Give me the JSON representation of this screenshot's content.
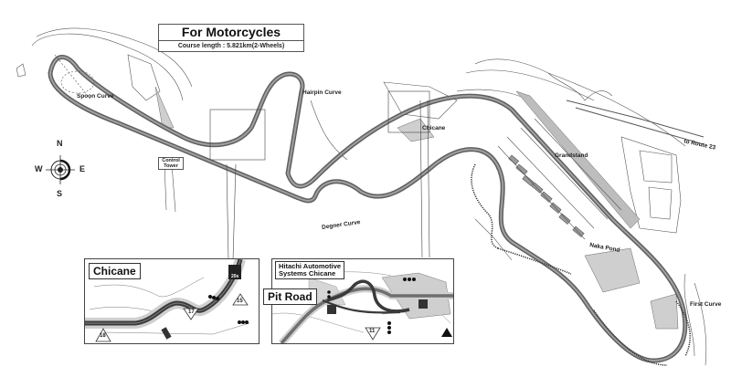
{
  "header": {
    "title": "For Motorcycles",
    "subtitle": "Course length : 5.821km(2-Wheels)"
  },
  "labels": {
    "spoon_curve": "Spoon Curve",
    "hairpin_curve": "Hairpin Curve",
    "control_tower": "Control Tower",
    "degner_curve": "Degner Curve",
    "chicane": "Chicane",
    "grandstand": "Grandstand",
    "to_route": "to Route 23",
    "naka_pond": "Naka Pond",
    "first_curve": "First Curve"
  },
  "compass": {
    "n": "N",
    "s": "S",
    "e": "E",
    "w": "W"
  },
  "insets": {
    "chicane": {
      "label": "Chicane",
      "sign_20": "20s",
      "marker_15": "15",
      "marker_17": "17",
      "marker_18": "18"
    },
    "hitachi": {
      "label_line1": "Hitachi Automotive",
      "label_line2": "Systems Chicane",
      "pit_road": "Pit Road",
      "marker_11": "11"
    }
  },
  "colors": {
    "track": "#6b6b6b",
    "runoff": "#c8c8c8",
    "ink": "#333333",
    "background": "#ffffff",
    "track_dark": "#3a3a3a"
  }
}
